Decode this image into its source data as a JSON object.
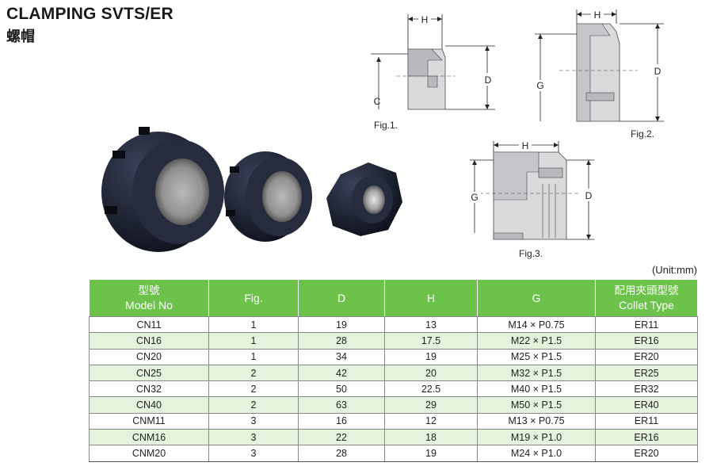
{
  "header": {
    "title": "CLAMPING SVTS/ER",
    "subtitle": "螺帽"
  },
  "figures": {
    "fig1": {
      "caption": "Fig.1.",
      "labels": {
        "h": "H",
        "c": "C",
        "d": "D"
      }
    },
    "fig2": {
      "caption": "Fig.2.",
      "labels": {
        "h": "H",
        "g": "G",
        "d": "D"
      }
    },
    "fig3": {
      "caption": "Fig.3.",
      "labels": {
        "h": "H",
        "g": "G",
        "d": "D"
      }
    }
  },
  "unit_label": "(Unit:mm)",
  "table": {
    "headers": {
      "model_cn": "型號",
      "model_en": "Model No",
      "fig": "Fig.",
      "d": "D",
      "h": "H",
      "g": "G",
      "collet_cn": "配用夾頭型號",
      "collet_en": "Collet Type"
    },
    "rows": [
      {
        "model": "CN11",
        "fig": "1",
        "d": "19",
        "h": "13",
        "g": "M14 × P0.75",
        "collet": "ER11"
      },
      {
        "model": "CN16",
        "fig": "1",
        "d": "28",
        "h": "17.5",
        "g": "M22 × P1.5",
        "collet": "ER16"
      },
      {
        "model": "CN20",
        "fig": "1",
        "d": "34",
        "h": "19",
        "g": "M25 × P1.5",
        "collet": "ER20"
      },
      {
        "model": "CN25",
        "fig": "2",
        "d": "42",
        "h": "20",
        "g": "M32 × P1.5",
        "collet": "ER25"
      },
      {
        "model": "CN32",
        "fig": "2",
        "d": "50",
        "h": "22.5",
        "g": "M40 × P1.5",
        "collet": "ER32"
      },
      {
        "model": "CN40",
        "fig": "2",
        "d": "63",
        "h": "29",
        "g": "M50 × P1.5",
        "collet": "ER40"
      },
      {
        "model": "CNM11",
        "fig": "3",
        "d": "16",
        "h": "12",
        "g": "M13 × P0.75",
        "collet": "ER11"
      },
      {
        "model": "CNM16",
        "fig": "3",
        "d": "22",
        "h": "18",
        "g": "M19 × P1.0",
        "collet": "ER16"
      },
      {
        "model": "CNM20",
        "fig": "3",
        "d": "28",
        "h": "19",
        "g": "M24 × P1.0",
        "collet": "ER20"
      }
    ]
  },
  "colors": {
    "header_green": "#6cc24a",
    "alt_row": "#e6f3dc",
    "nut_body": "#1d2231"
  }
}
